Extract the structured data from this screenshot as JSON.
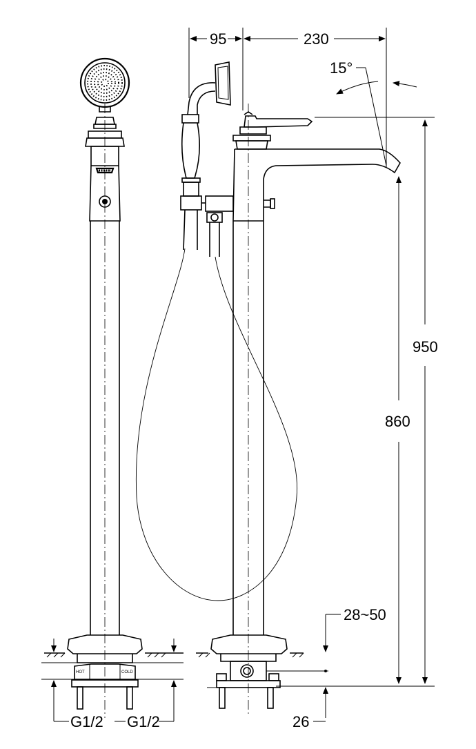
{
  "dimensions": {
    "hose_offset": "95",
    "spout_reach": "230",
    "spout_angle": "15°",
    "total_height": "950",
    "spout_height": "860",
    "floor_range": "28~50",
    "base_offset": "26",
    "inlet_left": "G1/2",
    "inlet_right": "G1/2"
  },
  "inlet_labels": {
    "hot": "HOT",
    "cold": "COLD"
  }
}
